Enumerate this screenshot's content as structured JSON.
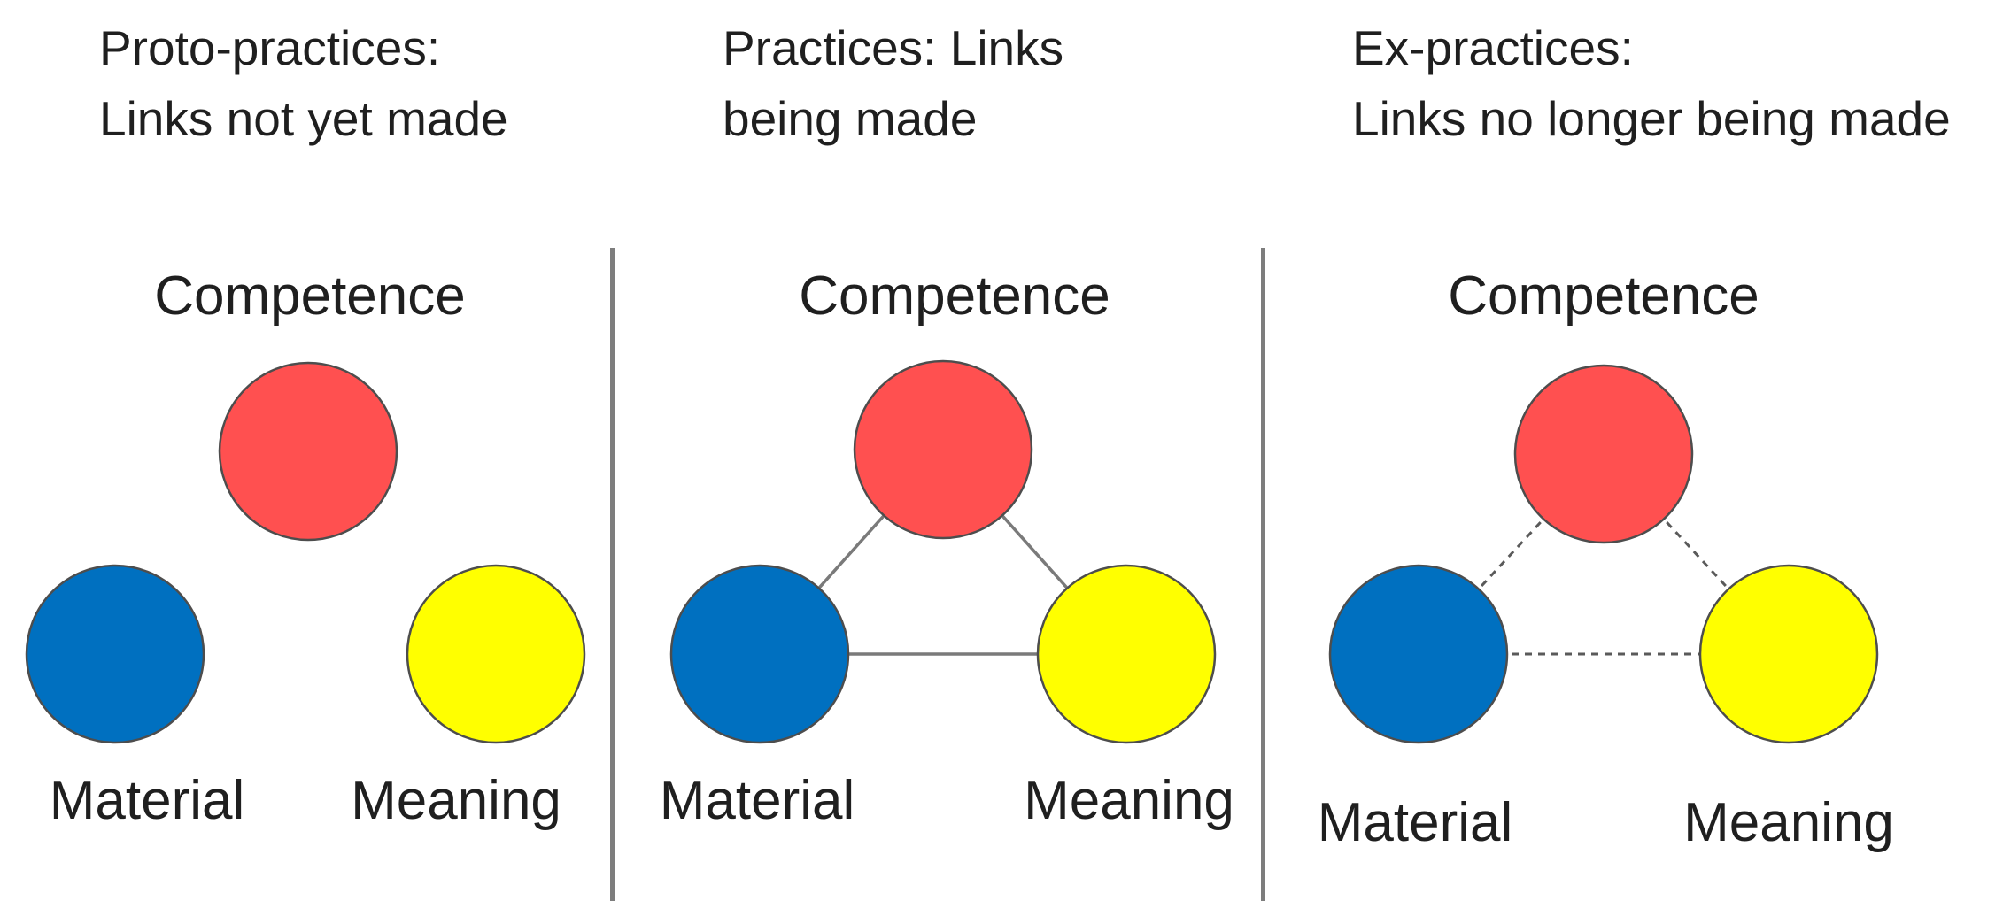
{
  "colors": {
    "background": "#ffffff",
    "text": "#1f1f1f",
    "divider": "#7d7d7d",
    "node_outline": "#4d4d4d",
    "link_solid": "#7a7a7a",
    "link_dashed": "#5a5a5a",
    "competence_fill": "#ff5050",
    "material_fill": "#0070c0",
    "meaning_fill": "#ffff00"
  },
  "panels": [
    {
      "name": "proto-practices",
      "title_line1": "Proto-practices:",
      "title_line2": "Links not yet made",
      "link_state": "none",
      "nodes": {
        "top": "Competence",
        "bottom_left": "Material",
        "bottom_right": "Meaning"
      }
    },
    {
      "name": "practices",
      "title_line1": "Practices: Links",
      "title_line2": "being made",
      "link_state": "solid",
      "nodes": {
        "top": "Competence",
        "bottom_left": "Material",
        "bottom_right": "Meaning"
      }
    },
    {
      "name": "ex-practices",
      "title_line1": "Ex-practices:",
      "title_line2": "Links no longer being made",
      "link_state": "dashed",
      "nodes": {
        "top": "Competence",
        "bottom_left": "Material",
        "bottom_right": "Meaning"
      }
    }
  ]
}
